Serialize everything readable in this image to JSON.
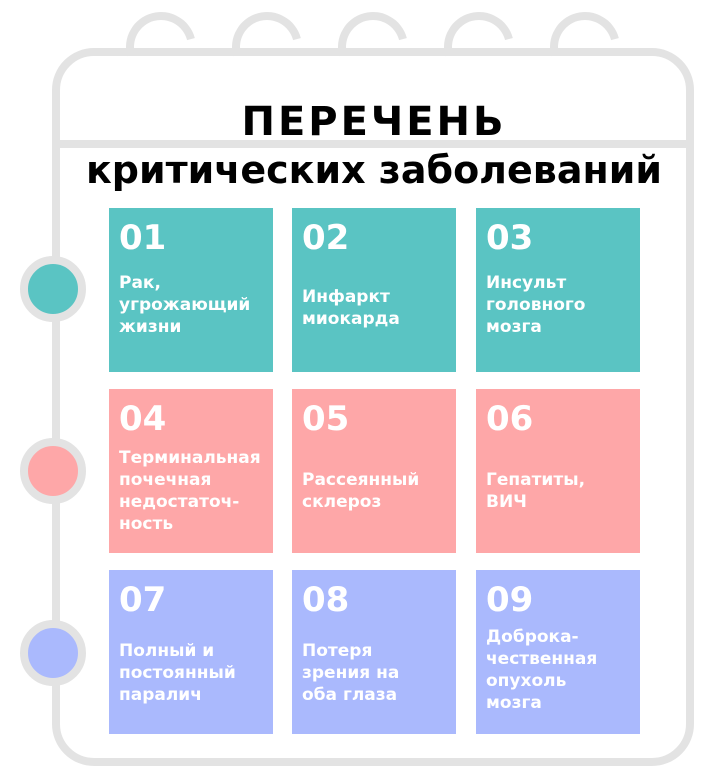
{
  "header": {
    "title": "ПЕРЕЧЕНЬ",
    "subtitle": "критических заболеваний"
  },
  "colors": {
    "teal": "#5ac4c3",
    "pink": "#fea7a8",
    "lavender": "#aab9fd",
    "frame": "#e3e3e3"
  },
  "cards": [
    {
      "num": "01",
      "label": "Рак,\nугрожающий\nжизни"
    },
    {
      "num": "02",
      "label": "Инфаркт\nмиокарда"
    },
    {
      "num": "03",
      "label": "Инсульт\nголовного\nмозга"
    },
    {
      "num": "04",
      "label": "Терминальная\nпочечная\nнедостаточ-\nность"
    },
    {
      "num": "05",
      "label": "Рассеянный\nсклероз"
    },
    {
      "num": "06",
      "label": "Гепатиты,\nВИЧ"
    },
    {
      "num": "07",
      "label": "Полный и\nпостоянный\nпаралич"
    },
    {
      "num": "08",
      "label": "Потеря\nзрения на\nоба глаза"
    },
    {
      "num": "09",
      "label": "Доброка-\nчественная\nопухоль\nмозга"
    }
  ]
}
